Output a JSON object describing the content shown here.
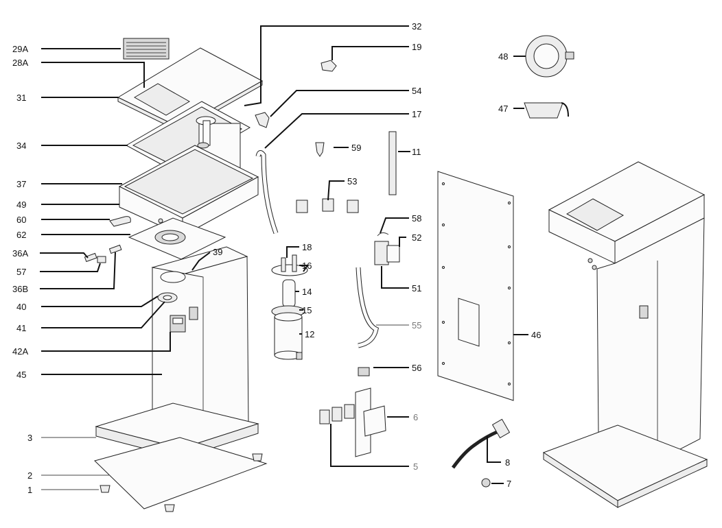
{
  "labels": {
    "l29A": "29A",
    "l28A": "28A",
    "l31": "31",
    "l34": "34",
    "l37": "37",
    "l49": "49",
    "l60": "60",
    "l62": "62",
    "l36A": "36A",
    "l57": "57",
    "l36B": "36B",
    "l40": "40",
    "l41": "41",
    "l42A": "42A",
    "l45": "45",
    "l3": "3",
    "l2": "2",
    "l1": "1",
    "l32": "32",
    "l19": "19",
    "l54": "54",
    "l17": "17",
    "l59": "59",
    "l11": "11",
    "l53": "53",
    "l58": "58",
    "l52": "52",
    "l18": "18",
    "l16": "16",
    "l39": "39",
    "l14": "14",
    "l15": "15",
    "l12": "12",
    "l51": "51",
    "l55": "55",
    "l56": "56",
    "l6": "6",
    "l5": "5",
    "l46": "46",
    "l8": "8",
    "l7": "7",
    "l48": "48",
    "l47": "47"
  },
  "colors": {
    "line": "#111111",
    "grey_label": "#777777",
    "part_fill": "#fbfbfb",
    "shade": "#d9d9d9"
  }
}
